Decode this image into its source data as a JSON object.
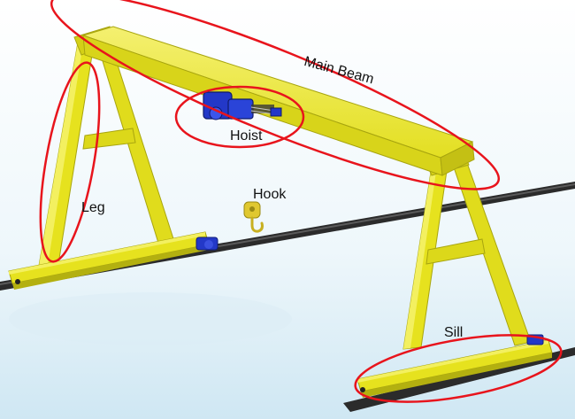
{
  "labels": {
    "main_beam": "Main Beam",
    "hoist": "Hoist",
    "hook": "Hook",
    "leg": "Leg",
    "sill": "Sill"
  },
  "colors": {
    "steel_yellow": "#e6e21e",
    "steel_shadow": "#b3b010",
    "steel_highlight": "#f3f060",
    "hoist_blue": "#2338c8",
    "rail": "#2b2b2b",
    "highlight_ring": "#e8141c",
    "background_top": "#ffffff",
    "background_bottom": "#cfe7f3"
  },
  "icons": {
    "hook": "crane-hook-icon",
    "hoist": "electric-hoist-icon",
    "drive_motor": "motor-icon"
  }
}
